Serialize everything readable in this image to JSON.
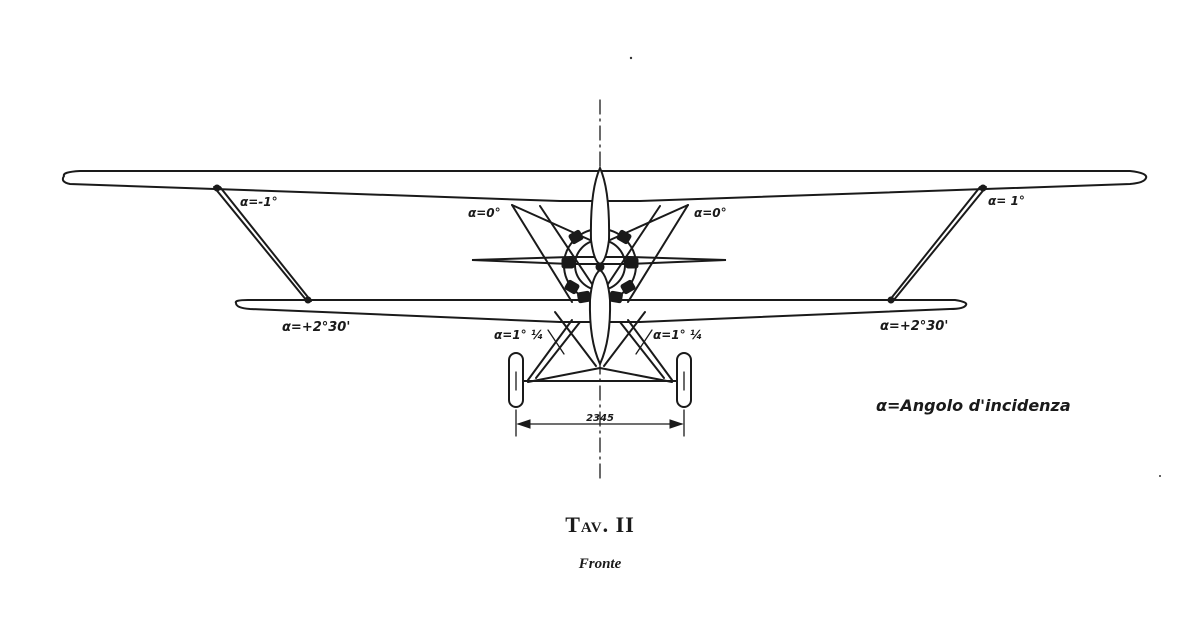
{
  "drawing": {
    "labels": {
      "upper_wing_left_strut": "α=-1°",
      "upper_wing_left_cabane": "α=0°",
      "upper_wing_right_cabane": "α=0°",
      "upper_wing_right_strut": "α= 1°",
      "lower_wing_left": "α=+2°30'",
      "lower_wing_right": "α=+2°30'",
      "landing_gear_left": "α=1° ¼",
      "landing_gear_right": "α=1° ¼",
      "track_dimension": "2345",
      "legend": "α=Angolo d'incidenza"
    }
  },
  "plate": {
    "title": "Tav. II",
    "subtitle": "Fronte"
  }
}
